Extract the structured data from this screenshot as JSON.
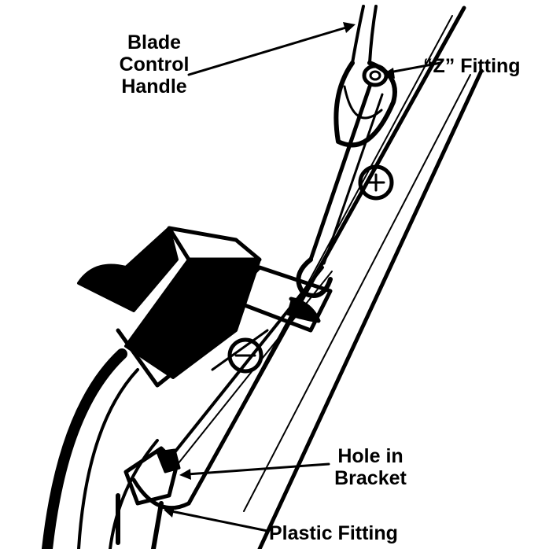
{
  "labels": {
    "blade_control_handle": {
      "line1": "Blade",
      "line2": "Control",
      "line3": "Handle"
    },
    "z_fitting": "“Z” Fitting",
    "hole_in_bracket": {
      "line1": "Hole in",
      "line2": "Bracket"
    },
    "plastic_fitting": "Plastic Fitting"
  },
  "colors": {
    "ink": "#000000",
    "paper": "#ffffff"
  }
}
